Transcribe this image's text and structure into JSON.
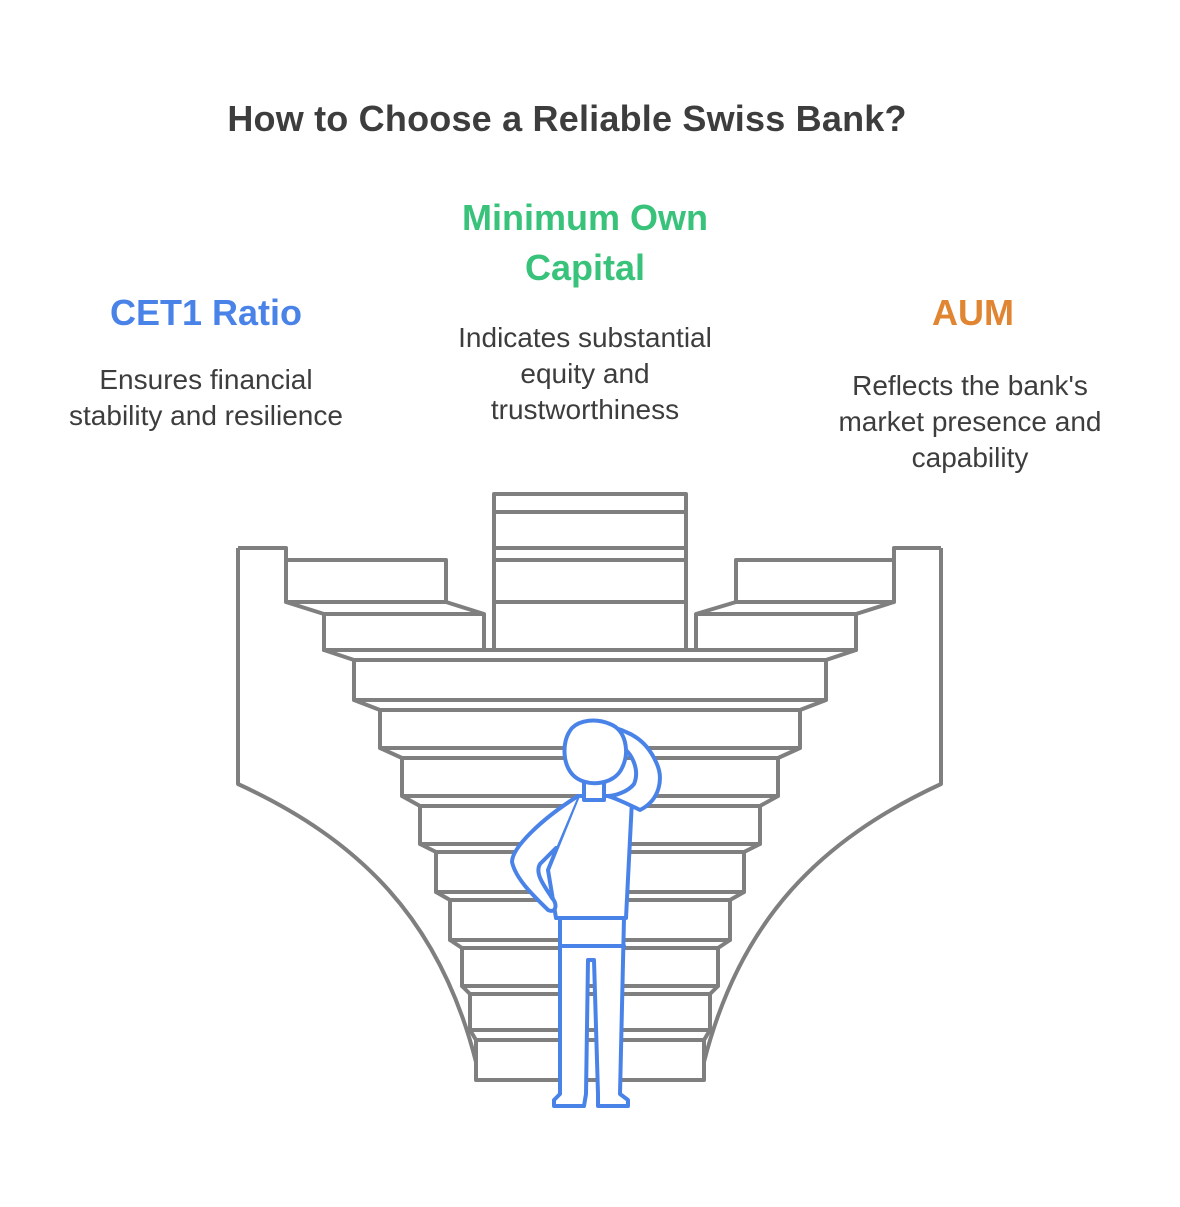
{
  "title": "How to Choose a Reliable Swiss Bank?",
  "columns": {
    "left": {
      "heading": "CET1 Ratio",
      "description_lines": [
        "Ensures financial",
        "stability and resilience"
      ],
      "color": "#4a83e8"
    },
    "center": {
      "heading_lines": [
        "Minimum Own",
        "Capital"
      ],
      "description_lines": [
        "Indicates substantial",
        "equity and",
        "trustworthiness"
      ],
      "color": "#38c27a"
    },
    "right": {
      "heading": "AUM",
      "description_lines": [
        "Reflects the bank's",
        "market presence and",
        "capability"
      ],
      "color": "#e08532"
    }
  },
  "graphic": {
    "stair_stroke_color": "#7f7f7f",
    "person_stroke_color": "#4a83e8",
    "stairs_icon": "converging-staircase-icon",
    "person_icon": "thinking-person-icon"
  }
}
